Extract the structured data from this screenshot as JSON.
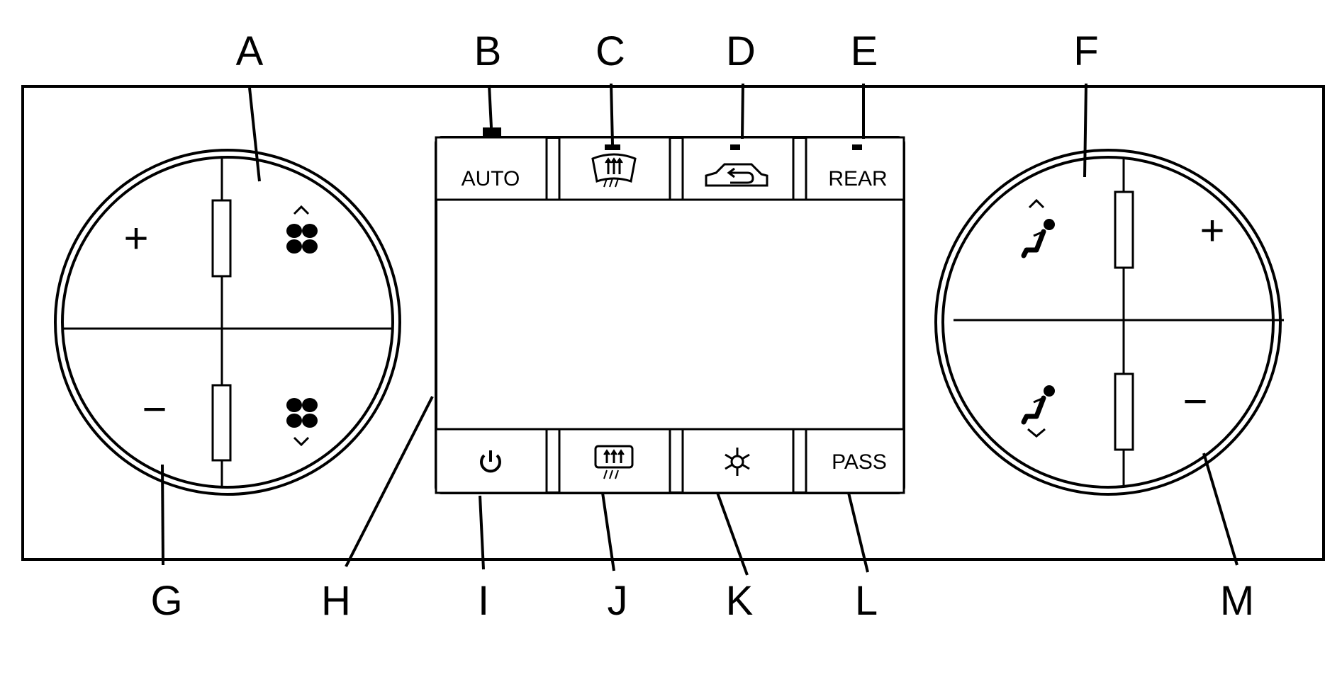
{
  "diagram": {
    "callouts": {
      "a": "A",
      "b": "B",
      "c": "C",
      "d": "D",
      "e": "E",
      "f": "F",
      "g": "G",
      "h": "H",
      "i": "I",
      "j": "J",
      "k": "K",
      "l": "L",
      "m": "M"
    },
    "left_knob": {
      "plus_label": "+",
      "minus_label": "−"
    },
    "right_knob": {
      "plus_label": "+",
      "minus_label": "−"
    },
    "top_buttons": {
      "auto_label": "AUTO",
      "rear_label": "REAR"
    },
    "bottom_buttons": {
      "pass_label": "PASS"
    },
    "colors": {
      "line": "#000000",
      "background": "#ffffff"
    },
    "icons": {
      "left_upper": "fan-up-icon",
      "left_lower": "fan-down-icon",
      "right_upper": "air-mode-up-icon",
      "right_lower": "air-mode-down-icon",
      "top_c": "front-defrost-icon",
      "top_d": "recirculation-icon",
      "bottom_i": "power-icon",
      "bottom_j": "rear-defrost-icon",
      "bottom_k": "ac-snowflake-icon"
    }
  }
}
